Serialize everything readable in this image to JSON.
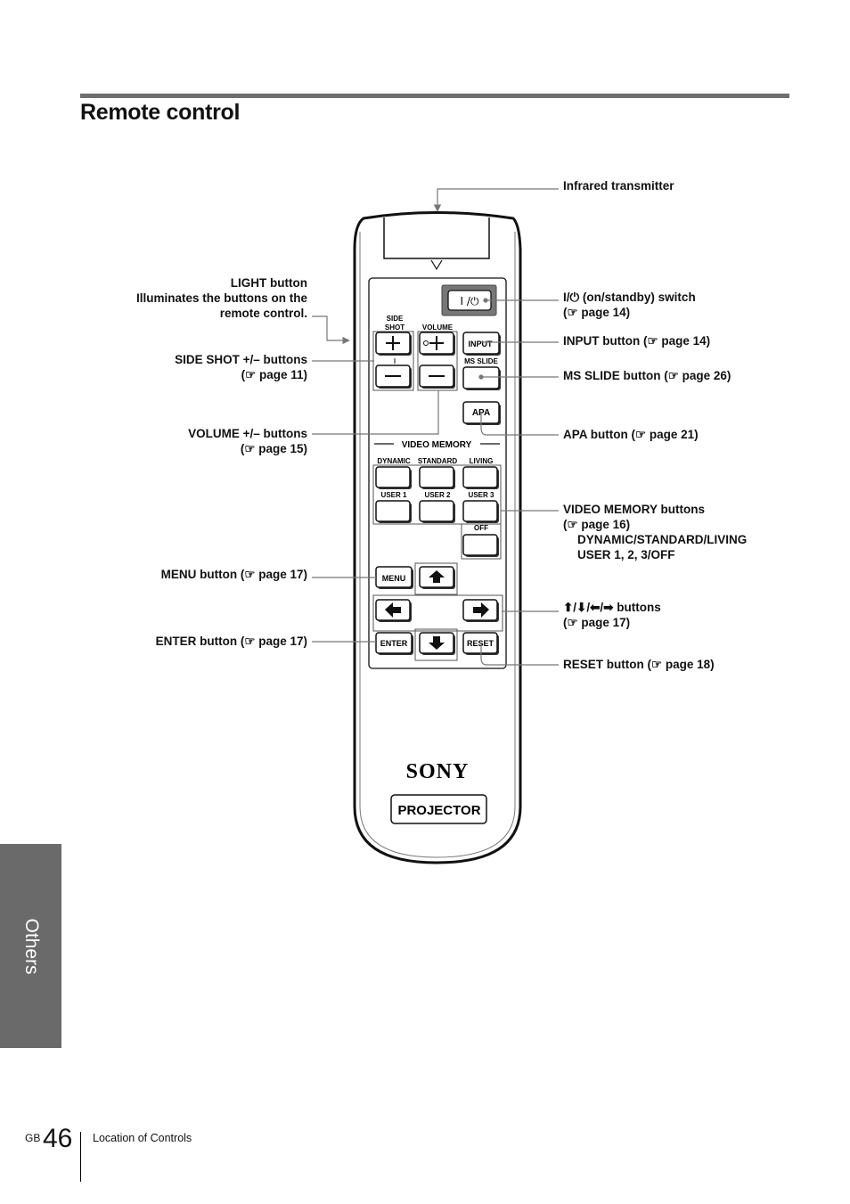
{
  "section_title": "Remote control",
  "side_tab": "Others",
  "footer": {
    "lang": "GB",
    "page_number": "46",
    "section": "Location of Controls"
  },
  "remote": {
    "labels": {
      "side_shot": [
        "SIDE",
        "SHOT"
      ],
      "volume": "VOLUME",
      "input": "INPUT",
      "ms_slide": "MS SLIDE",
      "apa": "APA",
      "video_memory": "VIDEO MEMORY",
      "dynamic": "DYNAMIC",
      "standard": "STANDARD",
      "living": "LIVING",
      "user1": "USER 1",
      "user2": "USER 2",
      "user3": "USER 3",
      "off": "OFF",
      "menu": "MENU",
      "enter": "ENTER",
      "reset": "RESET",
      "power": "I /⏻",
      "brand": "SONY",
      "model": "PROJECTOR"
    }
  },
  "callouts": {
    "infrared": "Infrared transmitter",
    "light": [
      "LIGHT button",
      "Illuminates the buttons on the",
      "remote control."
    ],
    "power": [
      "I/⏻ (on/standby) switch",
      "(☞ page 14)"
    ],
    "input": "INPUT button (☞ page 14)",
    "ms_slide": "MS SLIDE button (☞ page 26)",
    "side_shot": [
      "SIDE SHOT +/– buttons",
      "(☞ page 11)"
    ],
    "volume": [
      "VOLUME +/– buttons",
      "(☞ page 15)"
    ],
    "apa": "APA button (☞ page 21)",
    "video_memory": [
      "VIDEO MEMORY buttons",
      "(☞ page 16)",
      "DYNAMIC/STANDARD/LIVING",
      "USER 1, 2, 3/OFF"
    ],
    "menu": "MENU button (☞ page 17)",
    "arrows": [
      "⬆/⬇/⬅/➡ buttons",
      "(☞ page 17)"
    ],
    "enter": "ENTER button (☞ page 17)",
    "reset": "RESET button (☞ page 18)"
  }
}
